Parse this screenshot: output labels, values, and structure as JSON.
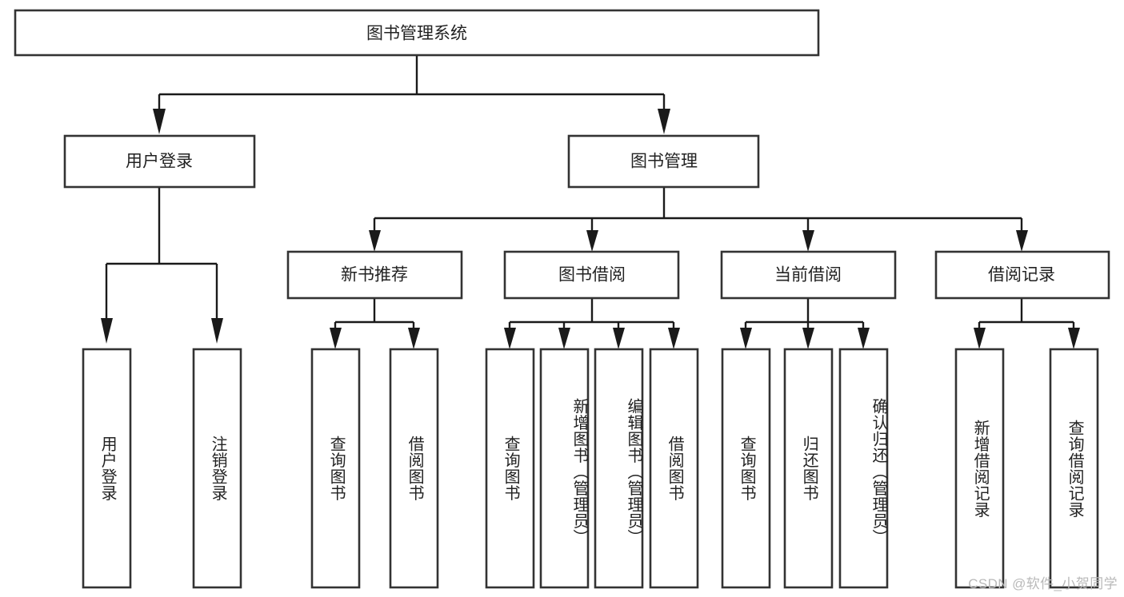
{
  "diagram": {
    "type": "tree-hierarchy",
    "title": "图书管理系统",
    "orientation": "top-down",
    "colors": {
      "box_stroke": "#333333",
      "box_fill": "#ffffff",
      "connector": "#1a1a1a",
      "text": "#222222",
      "background": "#ffffff",
      "watermark": "#b9b9b9"
    },
    "levels": {
      "root": {
        "label": "图书管理系统"
      },
      "level2": [
        {
          "id": "user-login",
          "label": "用户登录"
        },
        {
          "id": "book-management",
          "label": "图书管理"
        }
      ],
      "level3": [
        {
          "id": "new-book-recommend",
          "label": "新书推荐",
          "parent": "book-management"
        },
        {
          "id": "book-borrow",
          "label": "图书借阅",
          "parent": "book-management"
        },
        {
          "id": "current-borrow",
          "label": "当前借阅",
          "parent": "book-management"
        },
        {
          "id": "borrow-record",
          "label": "借阅记录",
          "parent": "book-management"
        }
      ],
      "leaves": [
        {
          "id": "leaf-user-login",
          "label": "用户登录",
          "parent": "user-login"
        },
        {
          "id": "leaf-logout",
          "label": "注销登录",
          "parent": "user-login"
        },
        {
          "id": "leaf-query-book-1",
          "label": "查询图书",
          "parent": "new-book-recommend"
        },
        {
          "id": "leaf-borrow-book-1",
          "label": "借阅图书",
          "parent": "new-book-recommend"
        },
        {
          "id": "leaf-query-book-2",
          "label": "查询图书",
          "parent": "book-borrow"
        },
        {
          "id": "leaf-add-book",
          "label": "新增图书（管理员）",
          "parent": "book-borrow"
        },
        {
          "id": "leaf-edit-book",
          "label": "编辑图书（管理员）",
          "parent": "book-borrow"
        },
        {
          "id": "leaf-borrow-book-2",
          "label": "借阅图书",
          "parent": "book-borrow"
        },
        {
          "id": "leaf-query-book-3",
          "label": "查询图书",
          "parent": "current-borrow"
        },
        {
          "id": "leaf-return-book",
          "label": "归还图书",
          "parent": "current-borrow"
        },
        {
          "id": "leaf-confirm-return",
          "label": "确认归还（管理员）",
          "parent": "current-borrow"
        },
        {
          "id": "leaf-add-record",
          "label": "新增借阅记录",
          "parent": "borrow-record"
        },
        {
          "id": "leaf-query-record",
          "label": "查询借阅记录",
          "parent": "borrow-record"
        }
      ]
    }
  },
  "watermark": {
    "text": "CSDN @软件_小贺同学"
  }
}
